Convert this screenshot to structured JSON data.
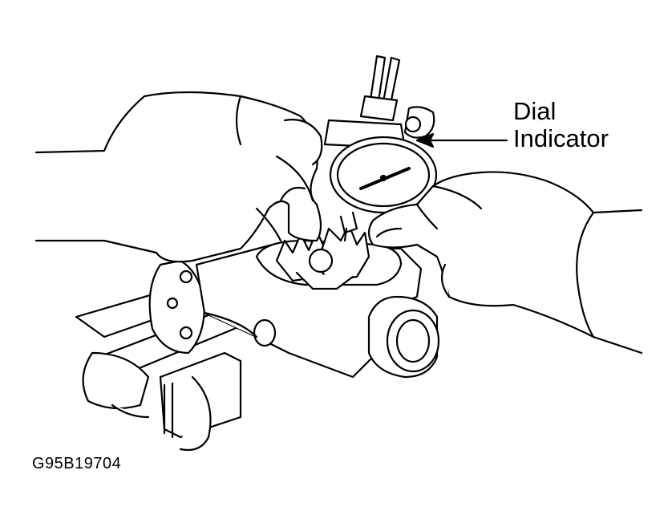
{
  "callouts": {
    "line1": "Dial",
    "line2": "Indicator"
  },
  "figure_code": "G95B19704",
  "colors": {
    "ink": "#000000",
    "paper": "#ffffff"
  }
}
